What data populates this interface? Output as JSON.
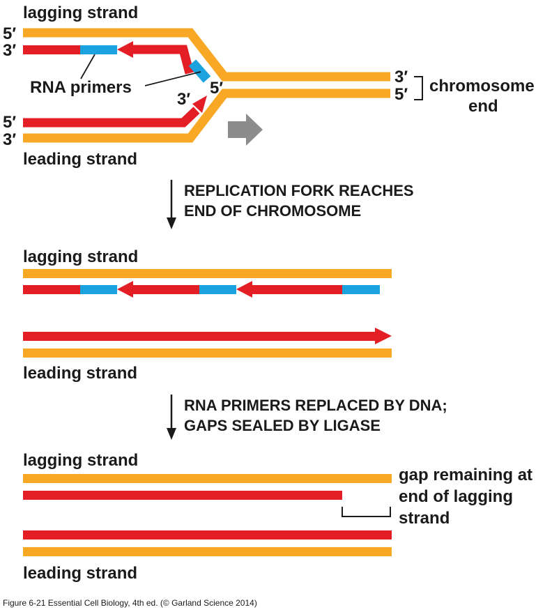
{
  "colors": {
    "parental_strand": "#F9A825",
    "new_dna": "#E31E24",
    "rna_primer": "#1BA3E0",
    "direction_arrow": "#8C8C8C",
    "text": "#1a1a1a"
  },
  "panel_top": {
    "lagging_label": "lagging strand",
    "leading_label": "leading strand",
    "lagging_parent_end": "5′",
    "lagging_new_end": "3′",
    "leading_new_end": "5′",
    "leading_parent_end": "3′",
    "leading_tip_end": "3′",
    "primer_end": "5′",
    "right_top_end": "3′",
    "right_bottom_end": "5′",
    "rna_primers_label": "RNA primers",
    "chromosome_end_line1": "chromosome",
    "chromosome_end_line2": "end",
    "movement_arrow_icon": "right-arrow-icon"
  },
  "step1": {
    "line1": "REPLICATION FORK REACHES",
    "line2": "END OF CHROMOSOME"
  },
  "panel_middle": {
    "lagging_label": "lagging strand",
    "leading_label": "leading strand"
  },
  "step2": {
    "line1": "RNA PRIMERS REPLACED BY DNA;",
    "line2": "GAPS SEALED BY LIGASE"
  },
  "panel_bottom": {
    "lagging_label": "lagging strand",
    "leading_label": "leading strand",
    "gap_line1": "gap remaining at",
    "gap_line2": "end of lagging",
    "gap_line3": "strand"
  },
  "caption": "Figure 6-21  Essential Cell Biology, 4th ed. (© Garland Science 2014)"
}
